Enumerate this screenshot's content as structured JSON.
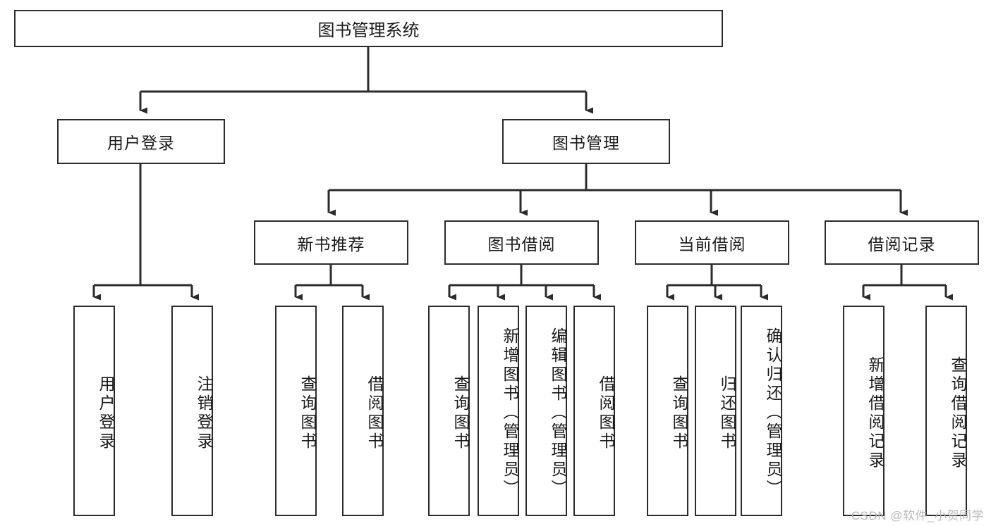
{
  "diagram": {
    "title": "图书管理系统",
    "type": "tree-hierarchy-chart",
    "root": {
      "label": "图书管理系统"
    },
    "level2": [
      {
        "label": "用户登录"
      },
      {
        "label": "图书管理"
      }
    ],
    "level3": [
      {
        "label": "新书推荐"
      },
      {
        "label": "图书借阅"
      },
      {
        "label": "当前借阅"
      },
      {
        "label": "借阅记录"
      }
    ],
    "leaves": {
      "user_login": [
        {
          "label": "用户登录"
        },
        {
          "label": "注销登录"
        }
      ],
      "new_book_rec": [
        {
          "label": "查询图书"
        },
        {
          "label": "借阅图书"
        }
      ],
      "book_borrow": [
        {
          "label": "查询图书"
        },
        {
          "label": "新增图书（管理员）"
        },
        {
          "label": "编辑图书（管理员）"
        },
        {
          "label": "借阅图书"
        }
      ],
      "current_borrow": [
        {
          "label": "查询图书"
        },
        {
          "label": "归还图书"
        },
        {
          "label": "确认归还（管理员）"
        }
      ],
      "borrow_record": [
        {
          "label": "新增借阅记录"
        },
        {
          "label": "查询借阅记录"
        }
      ]
    },
    "watermark": "CSDN @软件_小贺同学",
    "colors": {
      "stroke": "#2b2b2b",
      "fill": "#ffffff",
      "text": "#1a1a1a",
      "watermark": "#b9b9b9"
    }
  }
}
